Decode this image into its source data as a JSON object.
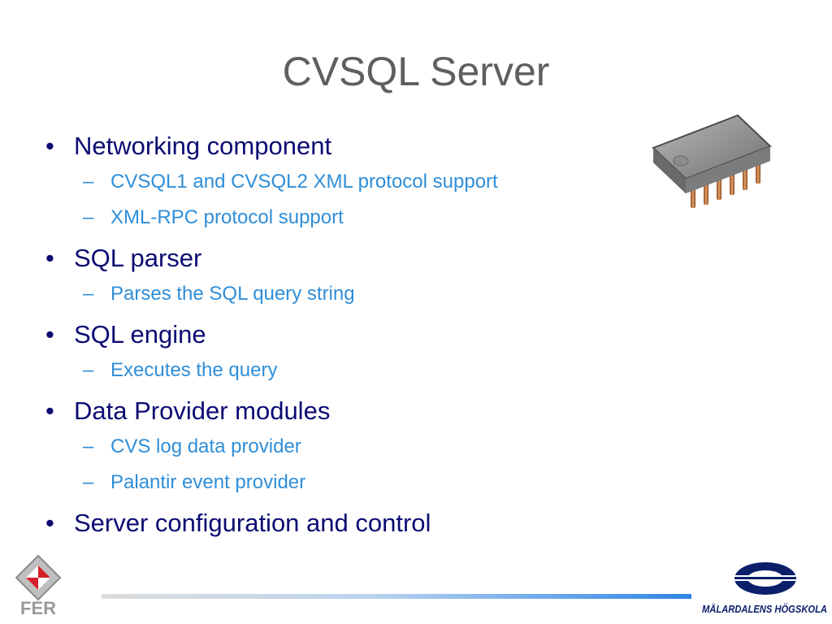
{
  "slide": {
    "title": "CVSQL Server",
    "bullet_glyph": "•",
    "sub_glyph": "–",
    "bullets": [
      {
        "text": "Networking component",
        "subs": [
          "CVSQL1 and CVSQL2 XML protocol support",
          "XML-RPC protocol support"
        ]
      },
      {
        "text": "SQL parser",
        "subs": [
          "Parses the SQL query string"
        ]
      },
      {
        "text": "SQL engine",
        "subs": [
          "Executes the query"
        ]
      },
      {
        "text": "Data Provider modules",
        "subs": [
          "CVS log data provider",
          "Palantir event provider"
        ]
      },
      {
        "text": "Server configuration and control",
        "subs": []
      }
    ]
  },
  "logos": {
    "left_text": "FER",
    "right_text": "MÄLARDALENS HÖGSKOLA"
  },
  "icons": {
    "chip": "microchip-icon"
  },
  "colors": {
    "title": "#5f5f5f",
    "bullet": "#0b0b73",
    "sub_bullet": "#2f8ed8",
    "accent_bar": "#2f86e8",
    "logo_red": "#d51f2b",
    "logo_navy": "#0b1f6b"
  }
}
